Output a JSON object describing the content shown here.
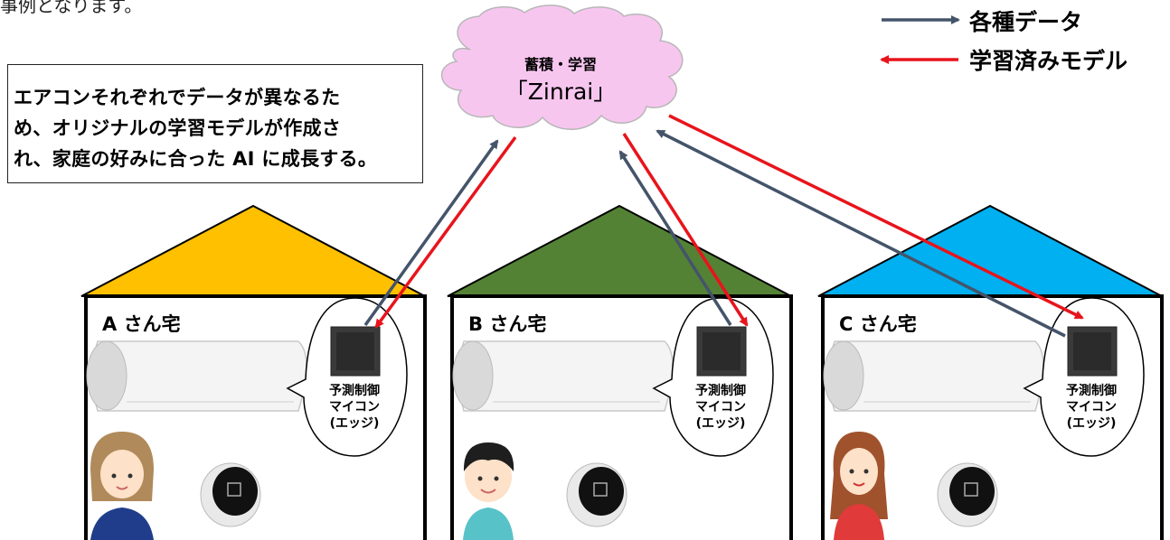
{
  "top_caption": "事例となります。",
  "note": {
    "lines": [
      "エアコンそれぞれでデータが異なるた",
      "め、オリジナルの学習モデルが作成さ",
      "れ、家庭の好みに合った AI に成長する。"
    ]
  },
  "cloud": {
    "label": "蓄積・学習",
    "name": "「Zinrai」"
  },
  "legend": {
    "data_label": "各種データ",
    "model_label": "学習済みモデル",
    "data_color": "#44546a",
    "model_color": "#e8141c"
  },
  "chip": {
    "line1": "予測制御",
    "line2": "マイコン",
    "line3": "(エッジ)"
  },
  "houses": [
    {
      "label": "A さん宅",
      "roof_color": "#ffc000"
    },
    {
      "label": "B さん宅",
      "roof_color": "#548235"
    },
    {
      "label": "C さん宅",
      "roof_color": "#00b0f0"
    }
  ]
}
